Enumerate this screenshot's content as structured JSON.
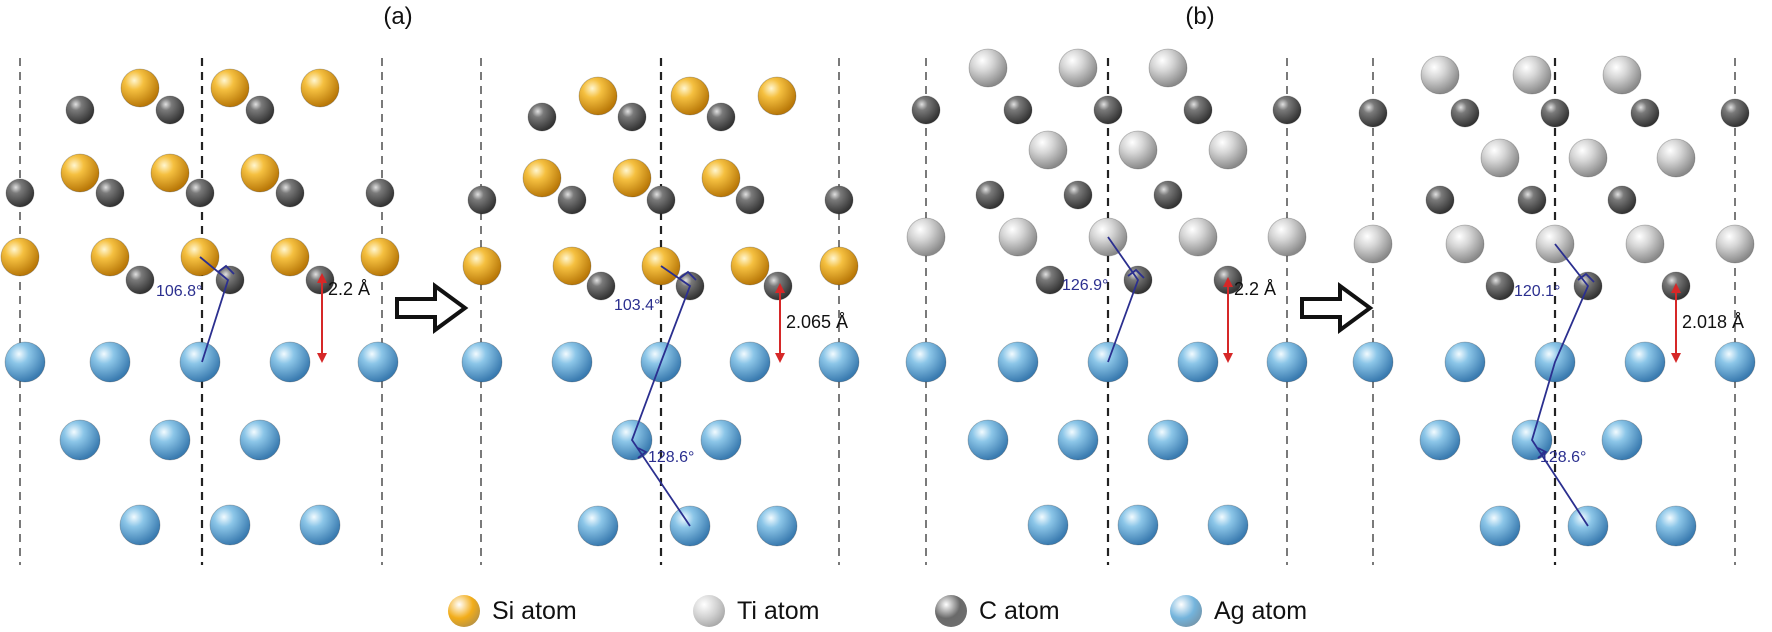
{
  "panels": [
    {
      "id": "a",
      "label": "(a)"
    },
    {
      "id": "b",
      "label": "(b)"
    }
  ],
  "measurements": {
    "a_left_angle": "106.8°",
    "a_left_distance": "2.2 Å",
    "a_right_angle_top": "103.4°",
    "a_right_angle_bottom": "128.6°",
    "a_right_distance": "2.065 Å",
    "b_left_angle": "126.9°",
    "b_left_distance": "2.2 Å",
    "b_right_angle_top": "120.1°",
    "b_right_angle_bottom": "128.6°",
    "b_right_distance": "2.018 Å"
  },
  "legend": [
    {
      "key": "si",
      "label": "Si atom",
      "icon": "si-atom-icon",
      "color": "#f2ad1a"
    },
    {
      "key": "ti",
      "label": "Ti atom",
      "icon": "ti-atom-icon",
      "color": "#cfcfcf"
    },
    {
      "key": "c",
      "label": "C atom",
      "icon": "c-atom-icon",
      "color": "#6a6a6a"
    },
    {
      "key": "ag",
      "label": "Ag atom",
      "icon": "ag-atom-icon",
      "color": "#74b4dc"
    }
  ],
  "colors": {
    "si": "#f2ad1a",
    "ti": "#cfcfcf",
    "c": "#6a6a6a",
    "ag": "#74b4dc",
    "annotation": "#2b2f8f",
    "distance_arrow": "#d62828"
  }
}
